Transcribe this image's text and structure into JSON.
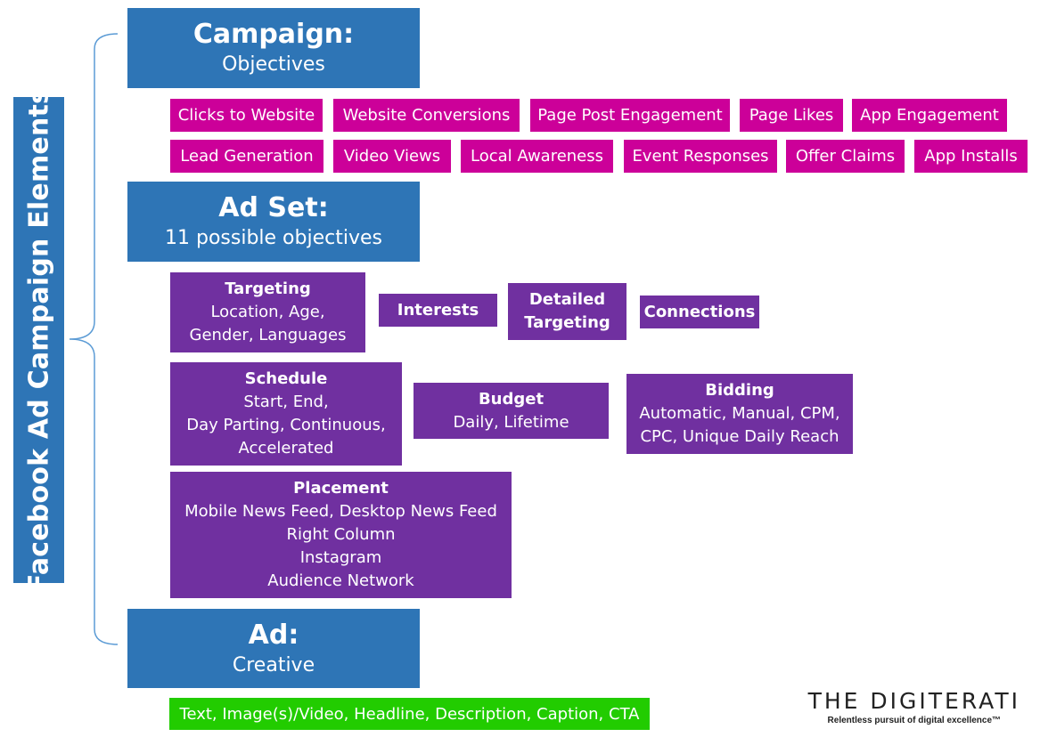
{
  "side_title": "Facebook Ad Campaign Elements",
  "campaign": {
    "heading": "Campaign:",
    "sub": "Objectives",
    "objectives_row1": [
      "Clicks to Website",
      "Website Conversions",
      "Page Post Engagement",
      "Page Likes",
      "App Engagement"
    ],
    "objectives_row2": [
      "Lead Generation",
      "Video Views",
      "Local Awareness",
      "Event Responses",
      "Offer Claims",
      "App Installs"
    ]
  },
  "adset": {
    "heading": "Ad Set:",
    "sub": "11 possible objectives",
    "targeting": {
      "title": "Targeting",
      "line1": "Location, Age,",
      "line2": "Gender, Languages"
    },
    "interests": "Interests",
    "detailed": {
      "line1": "Detailed",
      "line2": "Targeting"
    },
    "connections": "Connections",
    "schedule": {
      "title": "Schedule",
      "line1": "Start, End,",
      "line2": "Day Parting, Continuous,",
      "line3": "Accelerated"
    },
    "budget": {
      "title": "Budget",
      "line1": "Daily, Lifetime"
    },
    "bidding": {
      "title": "Bidding",
      "line1": "Automatic, Manual, CPM,",
      "line2": "CPC, Unique Daily Reach"
    },
    "placement": {
      "title": "Placement",
      "line1": "Mobile News Feed, Desktop News Feed",
      "line2": "Right Column",
      "line3": "Instagram",
      "line4": "Audience Network"
    }
  },
  "ad": {
    "heading": "Ad:",
    "sub": "Creative",
    "creative": "Text, Image(s)/Video, Headline, Description, Caption, CTA"
  },
  "logo": {
    "text_light": "THE ",
    "text_bold": "DIGITERATI",
    "tagline": "Relentless pursuit of digital excellence™"
  },
  "colors": {
    "blue": "#2e75b6",
    "pink": "#cc0099",
    "purple": "#7030a0",
    "green": "#22cc00"
  }
}
